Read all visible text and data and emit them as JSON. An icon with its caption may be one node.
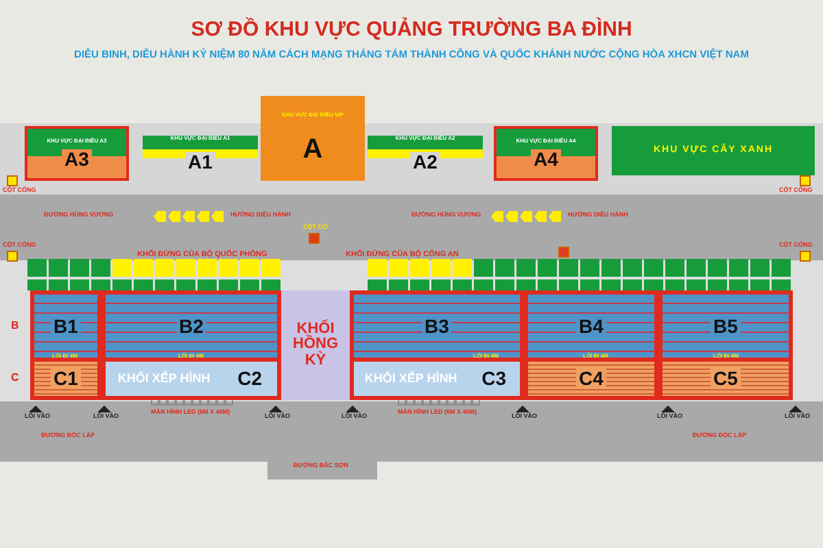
{
  "diagram": {
    "title": "SƠ ĐỒ KHU VỰC QUẢNG TRƯỜNG BA ĐÌNH",
    "nodes": [
      {
        "text": [
          "KHU VỰC ĐẠI BIỂU A3",
          "A3"
        ]
      },
      {
        "text": [
          "KHU VỰC ĐẠI BIỂU A1",
          "A1"
        ]
      },
      {
        "text": [
          "KHU VỰC ĐẠI BIỂU VIP",
          "A"
        ]
      },
      {
        "text": [
          "KHU VỰC ĐẠI BIỂU A2",
          "A2"
        ]
      },
      {
        "text": [
          "KHU VỰC ĐẠI BIỂU A4",
          "A4"
        ]
      },
      {
        "text": [
          "KHU VỰC CÂY XANH"
        ]
      },
      {
        "text": [
          "B1"
        ]
      },
      {
        "text": [
          "B2"
        ]
      },
      {
        "text": [
          "KHỐI HỒNG KỲ"
        ]
      },
      {
        "text": [
          "B3"
        ]
      },
      {
        "text": [
          "B4"
        ]
      },
      {
        "text": [
          "B5"
        ]
      },
      {
        "text": [
          "C1"
        ]
      },
      {
        "text": [
          "KHỐI XẾP HÌNH",
          "C2"
        ]
      },
      {
        "text": [
          "KHỐI XẾP HÌNH",
          "C3"
        ]
      },
      {
        "text": [
          "C4"
        ]
      },
      {
        "text": [
          "C5"
        ]
      }
    ],
    "labels": [
      "DIỄU BINH, DIỄU HÀNH KỶ NIỆM 80 NĂM CÁCH MẠNG THÁNG TÁM THÀNH CÔNG VÀ QUỐC KHÁNH NƯỚC CỘNG HÒA XHCN VIỆT NAM",
      "CỘT CỔNG",
      "CỘT CỔNG",
      "ĐƯỜNG HÙNG VƯƠNG",
      "HƯỚNG DIỄU HÀNH",
      "ĐƯỜNG HÙNG VƯƠNG",
      "HƯỚNG DIỄU HÀNH",
      "CỘT CỜ",
      "CỘT CỔNG",
      "KHỐI ĐỨNG CỦA BỘ QUỐC PHÒNG",
      "KHỐI ĐỨNG CỦA BỘ CÔNG AN",
      "CỘT CỔNG",
      "B",
      "C",
      "LỐI ĐI 4M",
      "LỐI ĐI 4M",
      "LỐI ĐI 4M",
      "LỐI ĐI 4M",
      "LỐI ĐI 4M",
      "LỐI VÀO",
      "LỐI VÀO",
      "MÀN HÌNH LED (6M X 40M)",
      "LỐI VÀO",
      "LỐI VÀO",
      "MÀN HÌNH LED (6M X 40M)",
      "LỐI VÀO",
      "LỐI VÀO",
      "LỐI VÀO",
      "ĐƯỜNG ĐỘC LẬP",
      "ĐƯỜNG ĐỘC LẬP",
      "ĐƯỜNG BẮC SƠN"
    ]
  }
}
